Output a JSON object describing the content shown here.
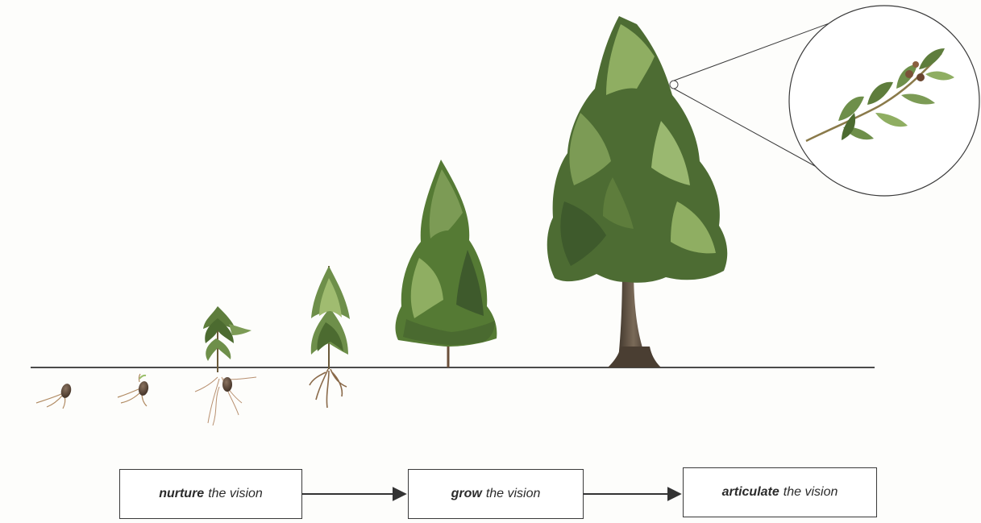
{
  "stages": [
    {
      "keyword": "nurture",
      "rest": "the vision"
    },
    {
      "keyword": "grow",
      "rest": "the vision"
    },
    {
      "keyword": "articulate",
      "rest": "the vision"
    }
  ],
  "colors": {
    "ground_line": "#4a4a4a",
    "foliage_dark": "#3e5a2c",
    "foliage_mid": "#5e7d3c",
    "foliage_light": "#8fae62",
    "trunk": "#5a4a3a",
    "root": "#a47c55",
    "seed": "#5b4636",
    "arrow": "#333333"
  },
  "icons": [
    "seed-icon",
    "seedling-icon",
    "sapling-icon",
    "young-tree-icon",
    "mature-tree-icon",
    "branch-magnifier-icon",
    "arrow-right-icon"
  ]
}
